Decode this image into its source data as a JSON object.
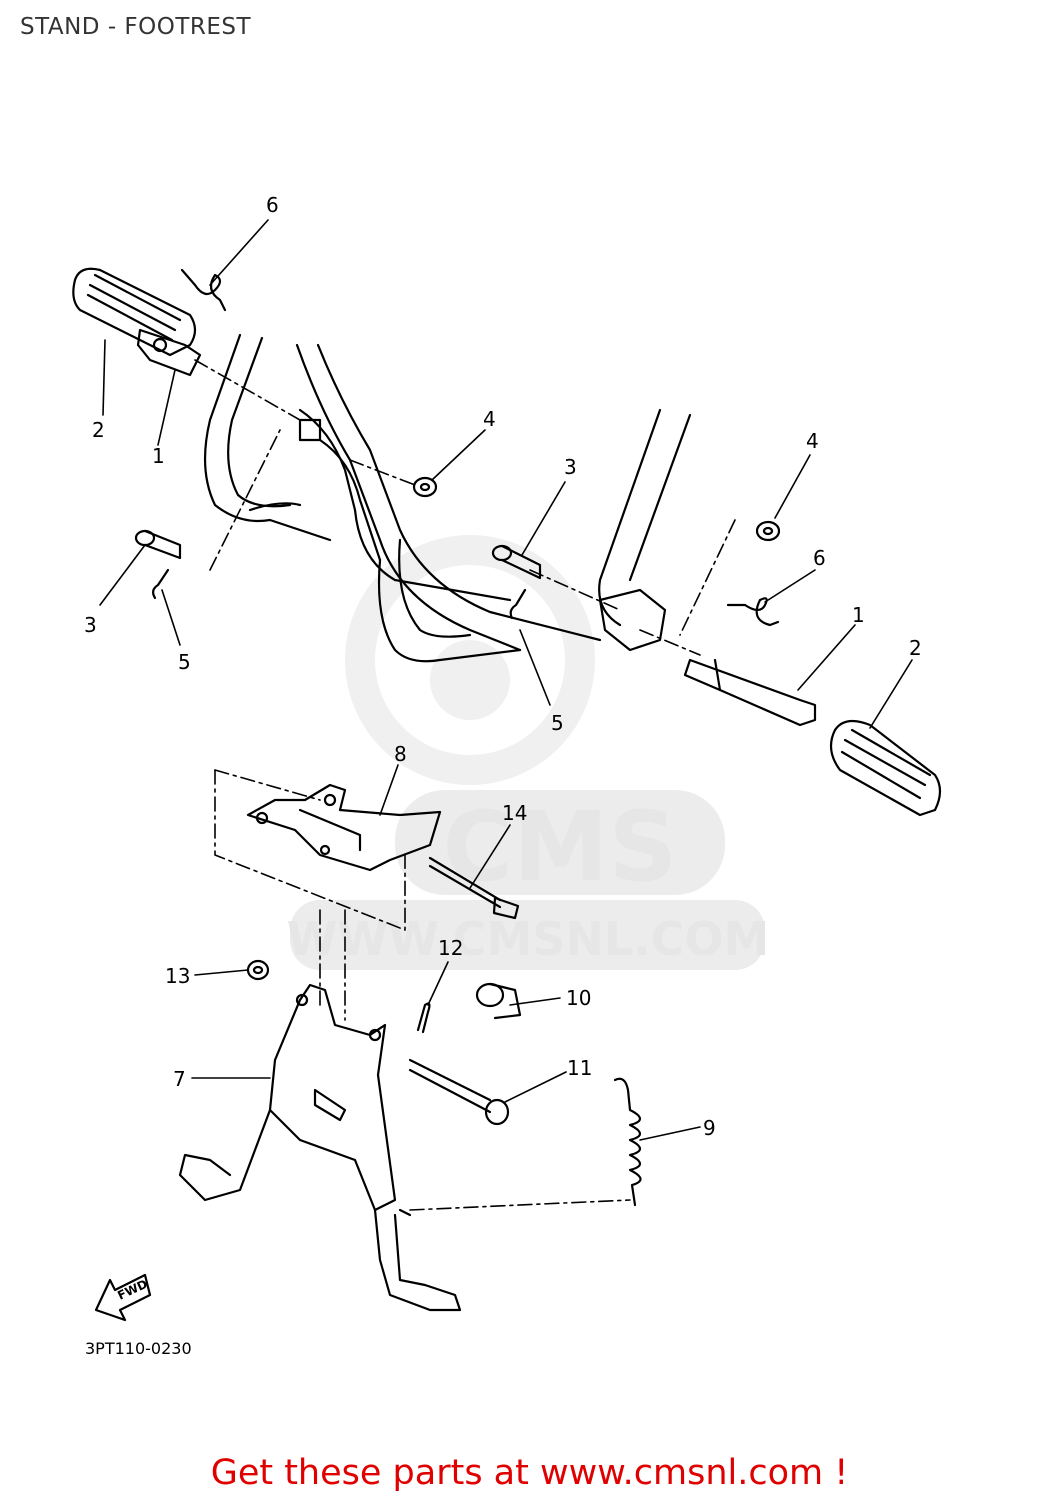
{
  "title": "STAND - FOOTREST",
  "drawing_code": "3PT110-0230",
  "fwd_label": "FWD",
  "footer_text": "Get these parts at www.cmsnl.com !",
  "watermark": {
    "brand": "CMS",
    "url": "WWW.CMSNL.COM",
    "color": "#e6e6e6"
  },
  "callouts": [
    {
      "id": "c6a",
      "label": "6"
    },
    {
      "id": "c2a",
      "label": "2"
    },
    {
      "id": "c1a",
      "label": "1"
    },
    {
      "id": "c4a",
      "label": "4"
    },
    {
      "id": "c3a",
      "label": "3"
    },
    {
      "id": "c5a",
      "label": "5"
    },
    {
      "id": "c3b",
      "label": "3"
    },
    {
      "id": "c5b",
      "label": "5"
    },
    {
      "id": "c4b",
      "label": "4"
    },
    {
      "id": "c6b",
      "label": "6"
    },
    {
      "id": "c1b",
      "label": "1"
    },
    {
      "id": "c2b",
      "label": "2"
    },
    {
      "id": "c8",
      "label": "8"
    },
    {
      "id": "c14",
      "label": "14"
    },
    {
      "id": "c12",
      "label": "12"
    },
    {
      "id": "c13",
      "label": "13"
    },
    {
      "id": "c10",
      "label": "10"
    },
    {
      "id": "c7",
      "label": "7"
    },
    {
      "id": "c11",
      "label": "11"
    },
    {
      "id": "c9",
      "label": "9"
    }
  ]
}
